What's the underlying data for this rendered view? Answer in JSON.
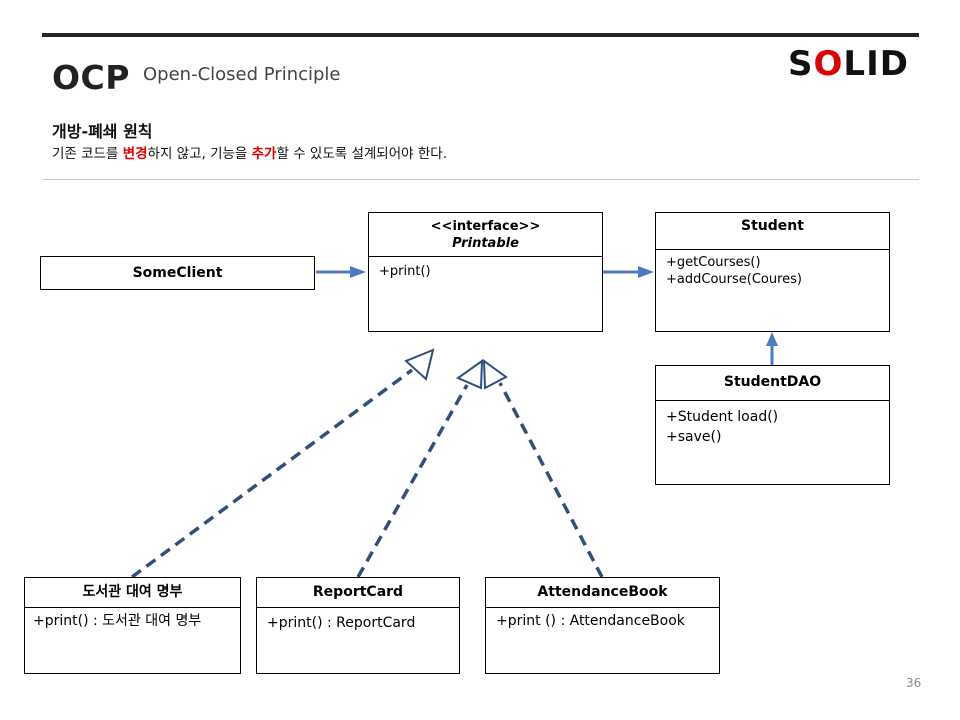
{
  "header": {
    "title": "OCP",
    "subtitle": "Open-Closed Principle",
    "brand_prefix": "S",
    "brand_highlight": "O",
    "brand_suffix": "LID"
  },
  "principle": {
    "heading": "개방-폐쇄 원칙",
    "desc_part1": "기존 코드를 ",
    "desc_highlight1": "변경",
    "desc_part2": "하지 않고, 기능을 ",
    "desc_highlight2": "추가",
    "desc_part3": "할 수 있도록 설계되어야 한다."
  },
  "diagram": {
    "some_client": {
      "name": "SomeClient"
    },
    "printable": {
      "stereotype": "<<interface>>",
      "name": "Printable",
      "methods": [
        "+print()"
      ]
    },
    "student": {
      "name": "Student",
      "methods": [
        "+getCourses()",
        "+addCourse(Coures)"
      ]
    },
    "student_dao": {
      "name": "StudentDAO",
      "methods": [
        "+Student load()",
        "+save()"
      ]
    },
    "library_log": {
      "name": "도서관 대여 명부",
      "methods": [
        "+print() : 도서관 대여 명부"
      ]
    },
    "report_card": {
      "name": "ReportCard",
      "methods": [
        "+print() : ReportCard"
      ]
    },
    "attendance_book": {
      "name": "AttendanceBook",
      "methods": [
        "+print () : AttendanceBook"
      ]
    }
  },
  "colors": {
    "accent_red": "#e00000",
    "arrow_blue": "#4a7cc0",
    "dashed_navy": "#2f4f7f"
  },
  "footer": {
    "page_number": "36"
  }
}
